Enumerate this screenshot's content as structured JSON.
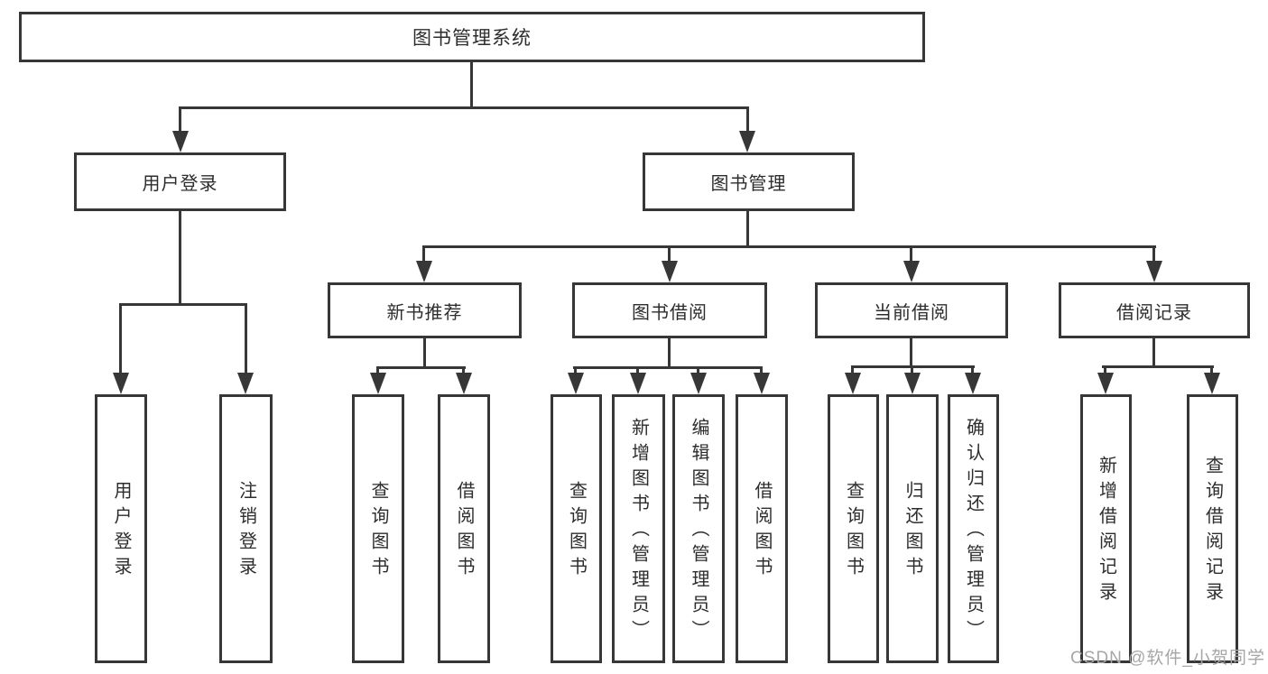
{
  "diagram": {
    "root": {
      "label": "图书管理系统"
    },
    "level2": [
      {
        "label": "用户登录",
        "children": [
          {
            "label": "用户登录"
          },
          {
            "label": "注销登录"
          }
        ]
      },
      {
        "label": "图书管理",
        "children": [
          {
            "label": "新书推荐",
            "children": [
              {
                "label": "查询图书"
              },
              {
                "label": "借阅图书"
              }
            ]
          },
          {
            "label": "图书借阅",
            "children": [
              {
                "label": "查询图书"
              },
              {
                "label": "新增图书（管理员）"
              },
              {
                "label": "编辑图书（管理员）"
              },
              {
                "label": "借阅图书"
              }
            ]
          },
          {
            "label": "当前借阅",
            "children": [
              {
                "label": "查询图书"
              },
              {
                "label": "归还图书"
              },
              {
                "label": "确认归还（管理员）"
              }
            ]
          },
          {
            "label": "借阅记录",
            "children": [
              {
                "label": "新增借阅记录"
              },
              {
                "label": "查询借阅记录"
              }
            ]
          }
        ]
      }
    ]
  },
  "watermark": {
    "text": "CSDN @软件_小贺同学"
  },
  "colors": {
    "line": "#373737",
    "background": "#ffffff",
    "watermark": "#a6a6a6"
  }
}
